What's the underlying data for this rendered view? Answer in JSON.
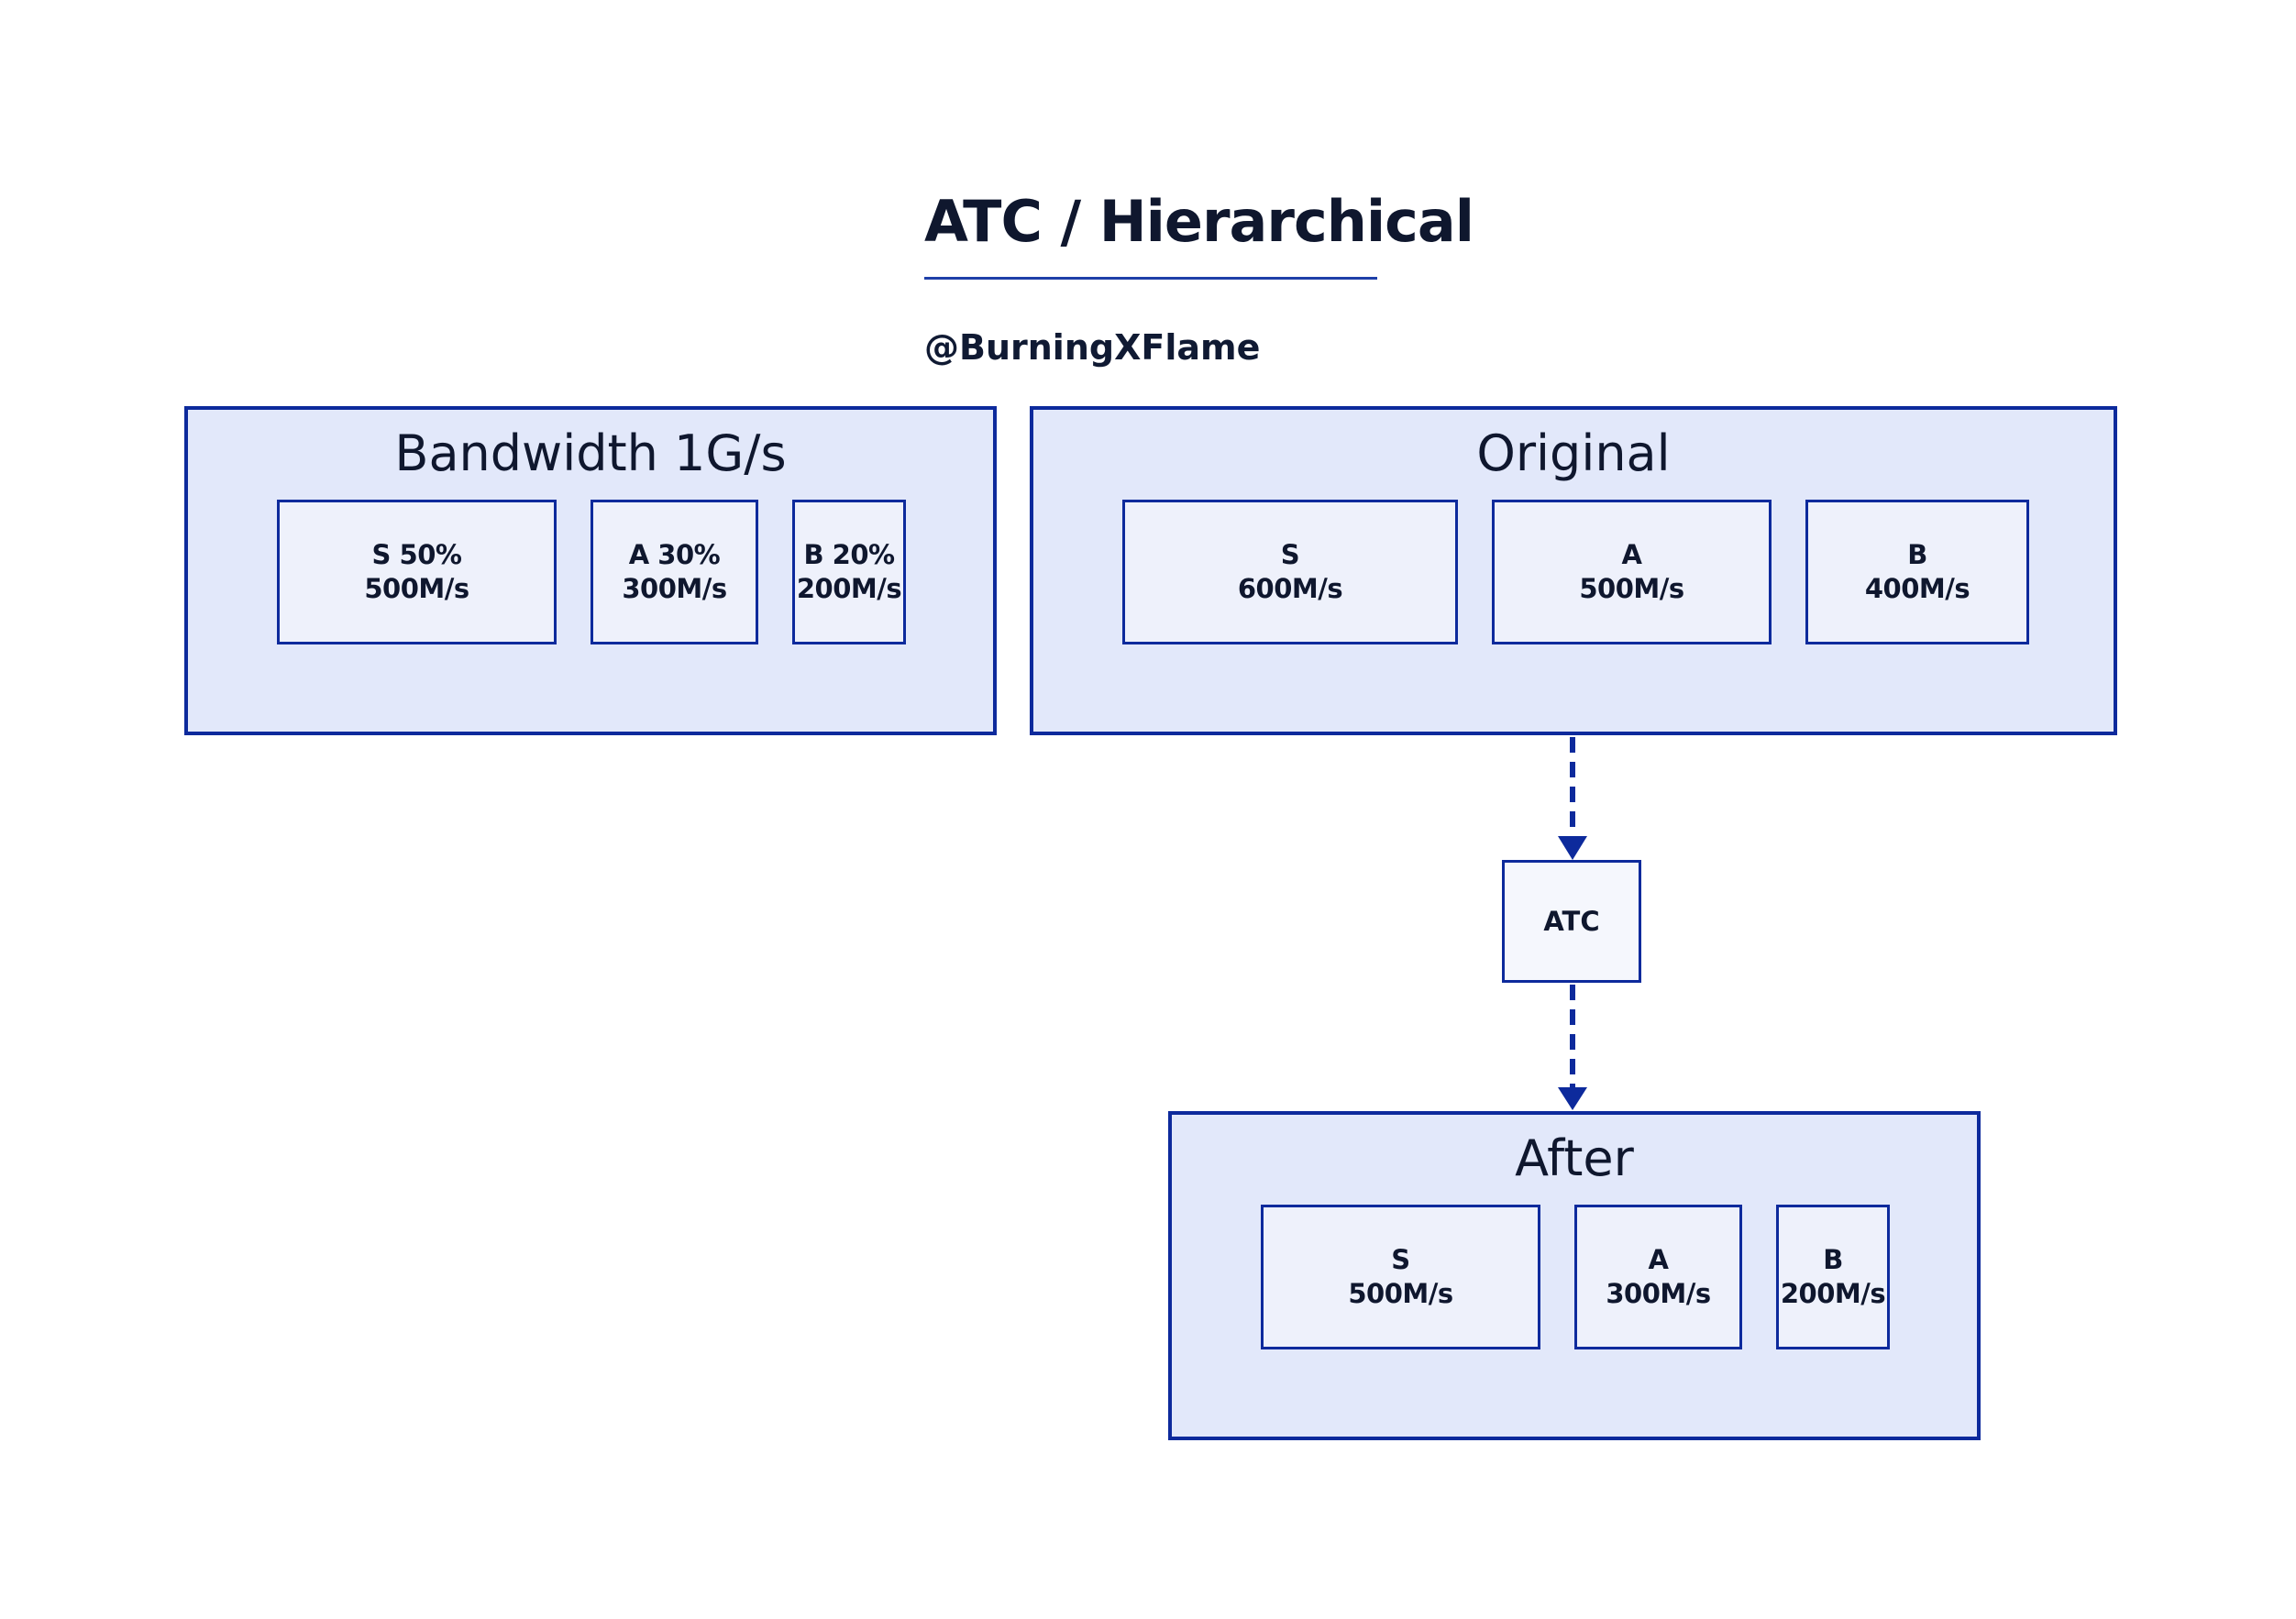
{
  "title": "ATC / Hierarchical",
  "author": "@BurningXFlame",
  "colors": {
    "accent": "#0d2a9c",
    "group_fill": "#e2e8fa",
    "item_fill": "#eef1fb"
  },
  "bandwidth": {
    "label": "Bandwidth 1G/s",
    "items": [
      {
        "name": "S 50%",
        "rate": "500M/s"
      },
      {
        "name": "A 30%",
        "rate": "300M/s"
      },
      {
        "name": "B 20%",
        "rate": "200M/s"
      }
    ]
  },
  "original": {
    "label": "Original",
    "items": [
      {
        "name": "S",
        "rate": "600M/s"
      },
      {
        "name": "A",
        "rate": "500M/s"
      },
      {
        "name": "B",
        "rate": "400M/s"
      }
    ]
  },
  "atc": {
    "label": "ATC"
  },
  "after": {
    "label": "After",
    "items": [
      {
        "name": "S",
        "rate": "500M/s"
      },
      {
        "name": "A",
        "rate": "300M/s"
      },
      {
        "name": "B",
        "rate": "200M/s"
      }
    ]
  }
}
